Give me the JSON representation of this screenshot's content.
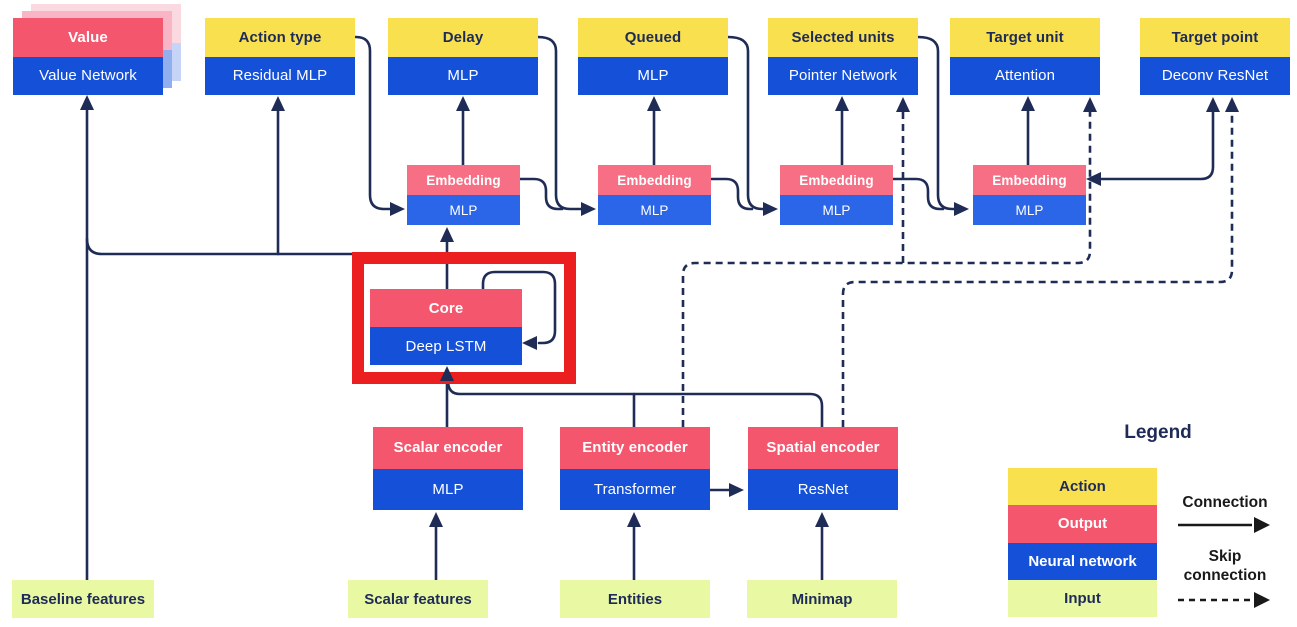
{
  "diagram": {
    "nodes": {
      "value": {
        "top": "Value",
        "bottom": "Value Network"
      },
      "action_type": {
        "top": "Action type",
        "bottom": "Residual MLP"
      },
      "delay": {
        "top": "Delay",
        "bottom": "MLP"
      },
      "queued": {
        "top": "Queued",
        "bottom": "MLP"
      },
      "selected_units": {
        "top": "Selected units",
        "bottom": "Pointer Network"
      },
      "target_unit": {
        "top": "Target unit",
        "bottom": "Attention"
      },
      "target_point": {
        "top": "Target point",
        "bottom": "Deconv ResNet"
      },
      "embedding1": {
        "top": "Embedding",
        "bottom": "MLP"
      },
      "embedding2": {
        "top": "Embedding",
        "bottom": "MLP"
      },
      "embedding3": {
        "top": "Embedding",
        "bottom": "MLP"
      },
      "embedding4": {
        "top": "Embedding",
        "bottom": "MLP"
      },
      "core": {
        "top": "Core",
        "bottom": "Deep LSTM"
      },
      "scalar_encoder": {
        "top": "Scalar encoder",
        "bottom": "MLP"
      },
      "entity_encoder": {
        "top": "Entity encoder",
        "bottom": "Transformer"
      },
      "spatial_encoder": {
        "top": "Spatial encoder",
        "bottom": "ResNet"
      },
      "baseline_features": {
        "label": "Baseline features"
      },
      "scalar_features": {
        "label": "Scalar features"
      },
      "entities": {
        "label": "Entities"
      },
      "minimap": {
        "label": "Minimap"
      }
    },
    "legend": {
      "title": "Legend",
      "items": [
        {
          "label": "Action",
          "color": "#F9E04E"
        },
        {
          "label": "Output",
          "color": "#F4566E"
        },
        {
          "label": "Neural network",
          "color": "#1450D8"
        },
        {
          "label": "Input",
          "color": "#E9F8A3"
        }
      ],
      "connection_label": "Connection",
      "skip_connection_label": "Skip connection"
    },
    "colors": {
      "action_yellow": "#F9E04E",
      "output_pink": "#F4566E",
      "network_blue": "#1450D8",
      "input_green": "#E9F8A3",
      "wire_navy": "#1F2C56",
      "highlight_red": "#EB1F1F"
    }
  }
}
